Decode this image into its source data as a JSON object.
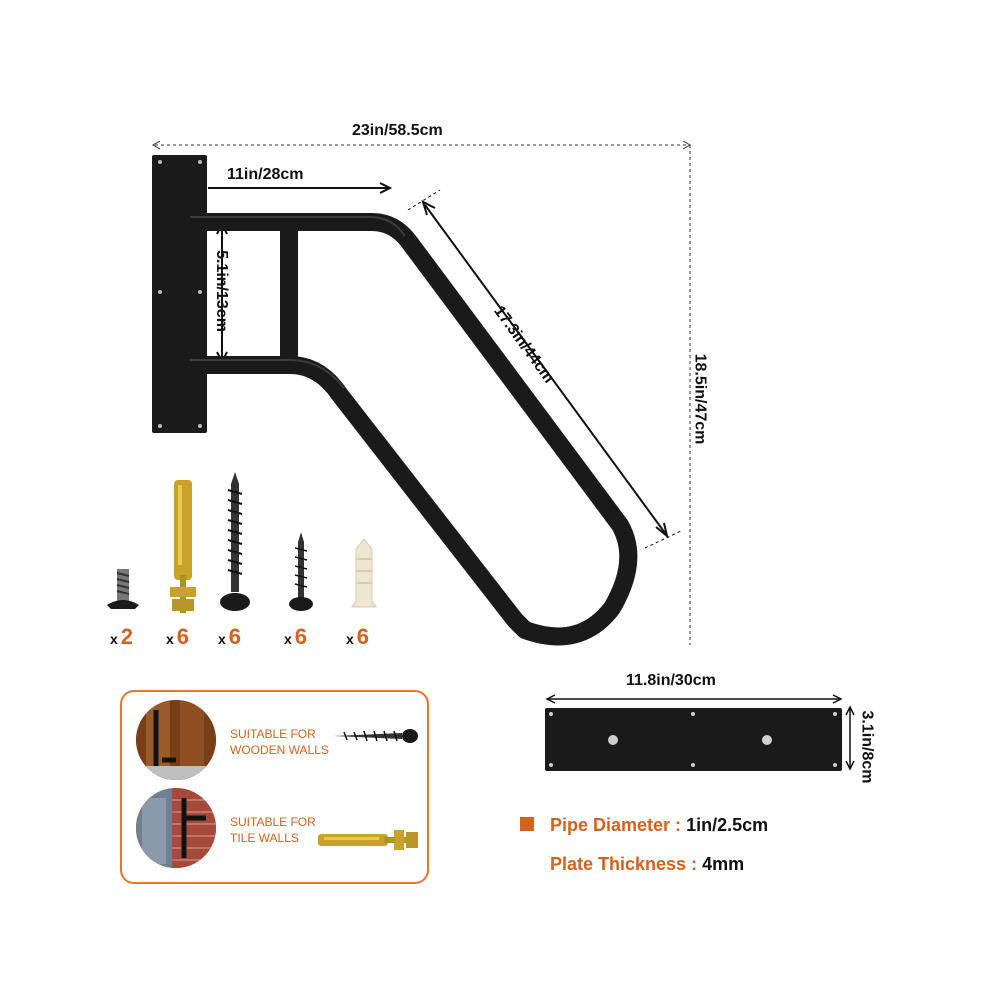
{
  "dimensions": {
    "overall_width": "23in/58.5cm",
    "inner_width": "11in/28cm",
    "rail_gap": "5.1in/13cm",
    "diagonal_length": "17.3in/44cm",
    "overall_height": "18.5in/47cm",
    "plate_width": "11.8in/30cm",
    "plate_height": "3.1in/8cm"
  },
  "hardware": [
    {
      "icon": "machine-screw-icon",
      "prefix": "x",
      "count": "2"
    },
    {
      "icon": "expansion-anchor-bolt-icon",
      "prefix": "x",
      "count": "6"
    },
    {
      "icon": "long-wood-screw-icon",
      "prefix": "x",
      "count": "6"
    },
    {
      "icon": "short-wood-screw-icon",
      "prefix": "x",
      "count": "6"
    },
    {
      "icon": "plastic-wall-plug-icon",
      "prefix": "x",
      "count": "6"
    }
  ],
  "suitability": {
    "wood_line1": "SUITABLE FOR",
    "wood_line2": "WOODEN WALLS",
    "tile_line1": "SUITABLE FOR",
    "tile_line2": "TILE WALLS"
  },
  "specs": {
    "pipe_label": "Pipe Diameter :",
    "pipe_value": "1in/2.5cm",
    "plate_label": "Plate Thickness :",
    "plate_value": "4mm"
  },
  "colors": {
    "accent": "#d4621c",
    "metal": "#1a1a1a",
    "brass": "#c9a227"
  }
}
